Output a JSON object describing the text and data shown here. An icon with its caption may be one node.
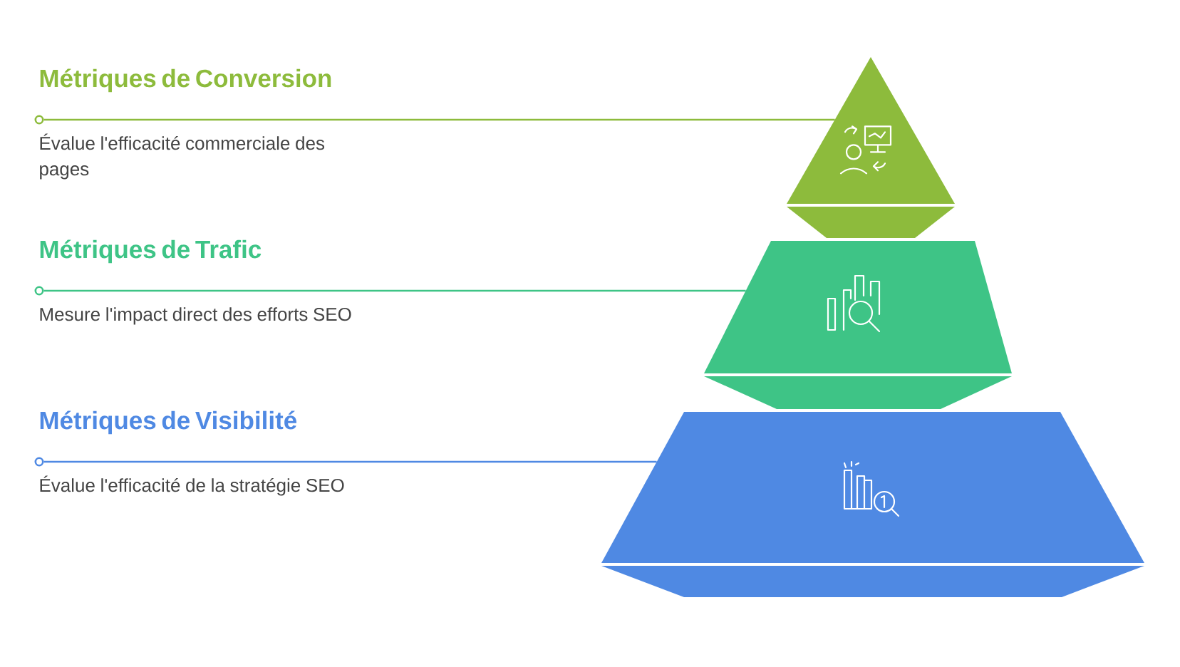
{
  "diagram": {
    "nodes": [
      {
        "text": [
          "Métriques de Conversion",
          "Évalue l'efficacité commerciale des pages"
        ]
      },
      {
        "text": [
          "Métriques de Trafic",
          "Mesure l'impact direct des efforts SEO"
        ]
      },
      {
        "text": [
          "Métriques de Visibilité",
          "Évalue l'efficacité de la stratégie SEO"
        ]
      },
      {
        "text": [],
        "shape": "triangle"
      },
      {
        "text": [],
        "shape": "trapezoid"
      },
      {
        "text": [],
        "shape": "trapezoid"
      },
      {
        "text": [],
        "shape": "circle"
      },
      {
        "text": [],
        "shape": "circle"
      },
      {
        "text": [],
        "shape": "circle"
      }
    ],
    "edges": [
      {
        "from": 6,
        "to": 3,
        "arrow": "none",
        "color": "#8dbb3c"
      },
      {
        "from": 7,
        "to": 4,
        "arrow": "none",
        "color": "#3ec486"
      },
      {
        "from": 8,
        "to": 5,
        "arrow": "none",
        "color": "#4f89e3"
      }
    ]
  }
}
